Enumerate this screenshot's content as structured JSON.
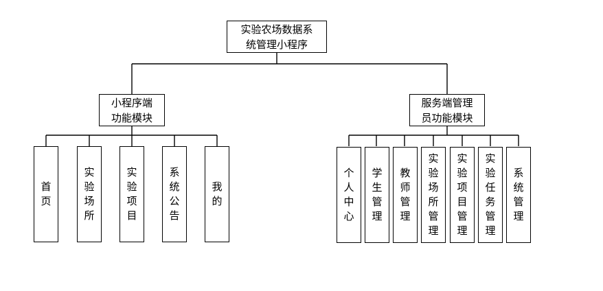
{
  "root": {
    "lines": [
      "实验农场数据系",
      "统管理小程序"
    ]
  },
  "modules": [
    {
      "lines": [
        "小程序端",
        "功能模块"
      ],
      "children": [
        {
          "label": "首页"
        },
        {
          "label": "实验场所"
        },
        {
          "label": "实验项目"
        },
        {
          "label": "系统公告"
        },
        {
          "label": "我的"
        }
      ]
    },
    {
      "lines": [
        "服务端管理",
        "员功能模块"
      ],
      "children": [
        {
          "label": "个人中心"
        },
        {
          "label": "学生管理"
        },
        {
          "label": "教师管理"
        },
        {
          "label": "实验场所管理"
        },
        {
          "label": "实验项目管理"
        },
        {
          "label": "实验任务管理"
        },
        {
          "label": "系统管理"
        }
      ]
    }
  ]
}
